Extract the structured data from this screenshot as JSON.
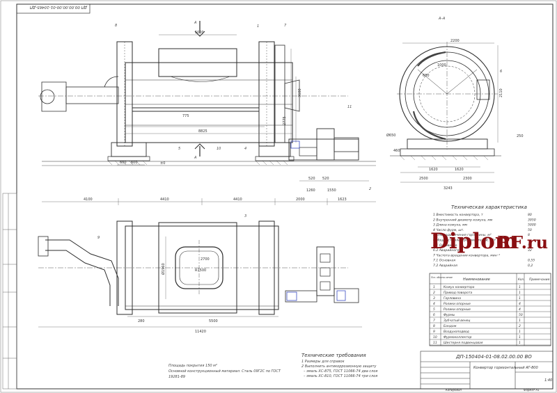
{
  "drawing_code_stamp": "ДП 00.00.00.00-01-10465-ДП",
  "section_label": "А–А",
  "section_marker": "А",
  "callouts": [
    "1",
    "2",
    "3",
    "4",
    "5",
    "6",
    "7",
    "8",
    "9",
    "10",
    "11"
  ],
  "dimensions": {
    "top_view": [
      "5000",
      "775",
      "8825",
      "3600",
      "2775",
      "600",
      "600",
      "±0",
      "1260",
      "1550",
      "520",
      "520"
    ],
    "bottom_row": [
      "4100",
      "4410",
      "4410",
      "2000",
      "1623"
    ],
    "plan_view": [
      "Ø1960",
      "2700",
      "R1500",
      "280",
      "5500",
      "11420"
    ],
    "section": [
      "2200",
      "1000",
      "2110",
      "680",
      "Ø650",
      "250",
      "460",
      "1620",
      "1620",
      "2500",
      "2300",
      "3243"
    ]
  },
  "tech_char": {
    "title": "Техническая характеристика",
    "rows": [
      {
        "text": "1  Вместимость конвертора, т",
        "value": "80"
      },
      {
        "text": "2  Внутренний диаметр кожуха, мм",
        "value": "3950"
      },
      {
        "text": "3  Длина кожуха, мм",
        "value": "5000"
      },
      {
        "text": "4  Число фурм, шт.",
        "value": "50"
      },
      {
        "text": "5  Площадь сечения горловины, м²",
        "value": "8"
      },
      {
        "text": "6  Мощность электродвигателей, кВт",
        "value": ""
      },
      {
        "text": "6.1 Основного",
        "value": "55"
      },
      {
        "text": "6.2 Аварийного",
        "value": "32"
      },
      {
        "text": "7  Частота вращения конвертора, мин⁻¹",
        "value": ""
      },
      {
        "text": "7.1 Основная",
        "value": "0,55"
      },
      {
        "text": "7.2 Аварийная",
        "value": "0,2"
      }
    ]
  },
  "spec_table": {
    "headers": [
      "Поз. обозна-чение",
      "Наименование",
      "Кол.",
      "Примечание"
    ],
    "rows": [
      {
        "pos": "1",
        "name": "Кожух конвертора",
        "qty": "1"
      },
      {
        "pos": "2",
        "name": "Привод поворота",
        "qty": "1"
      },
      {
        "pos": "3",
        "name": "Горловина",
        "qty": "1"
      },
      {
        "pos": "4",
        "name": "Ролики опорные",
        "qty": "4"
      },
      {
        "pos": "5",
        "name": "Ролики опорные",
        "qty": "4"
      },
      {
        "pos": "6",
        "name": "Фурмы",
        "qty": "50"
      },
      {
        "pos": "7",
        "name": "Зубчатый венец",
        "qty": "1"
      },
      {
        "pos": "8",
        "name": "Бандаж",
        "qty": "2"
      },
      {
        "pos": "9",
        "name": "Воздухоподвод",
        "qty": "1"
      },
      {
        "pos": "10",
        "name": "Фурмоколлектор",
        "qty": "1"
      },
      {
        "pos": "11",
        "name": "Шестерня подвенцовая",
        "qty": "1"
      }
    ]
  },
  "tech_req": {
    "title": "Технические требования",
    "lines": [
      "1  Размеры для справок",
      "2  Выполнить антикоррозионную защиту",
      "– эмаль ХС-875, ГОСТ 11066-74 два слоя",
      "– эмаль ХС-810, ГОСТ 11066-74 три слоя"
    ]
  },
  "notes": {
    "line1": "Площадь покрытия 150 м²",
    "line2": "Основной конструкционный материал: Сталь 09Г2С по ГОСТ",
    "line3": "19281-89"
  },
  "title_block": {
    "code": "ДП-150404-01-08.02.00.00 ВО",
    "name": "Конвертор горизонтальный АГ-800",
    "sheet_scale": "1:40",
    "bottom_left": "Копировал",
    "bottom_right": "Формат А1"
  },
  "watermark": {
    "brand": "Diplom",
    "suffix": "RF.ru"
  },
  "colors": {
    "line": "#2b2b2b",
    "thin": "#555555",
    "accent_blue": "#3b4cc0",
    "watermark": "#8a0f12"
  }
}
